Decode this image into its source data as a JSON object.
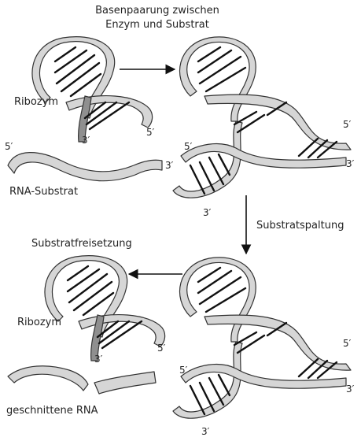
{
  "labels": {
    "top_caption_line1": "Basenpaarung zwischen",
    "top_caption_line2": "Enzym und Substrat",
    "ribozyme_top": "Ribozym",
    "rna_substrate": "RNA-Substrat",
    "substrate_cleavage": "Substratspaltung",
    "substrate_release": "Substratfreisetzung",
    "ribozyme_bottom": "Ribozym",
    "cut_rna": "geschnittene RNA"
  },
  "ends": {
    "three_prime": "3′",
    "five_prime": "5′"
  },
  "colors": {
    "ribbon_fill": "#d6d6d6",
    "ribbon_dark": "#8f8f8f",
    "outline": "#333333"
  }
}
